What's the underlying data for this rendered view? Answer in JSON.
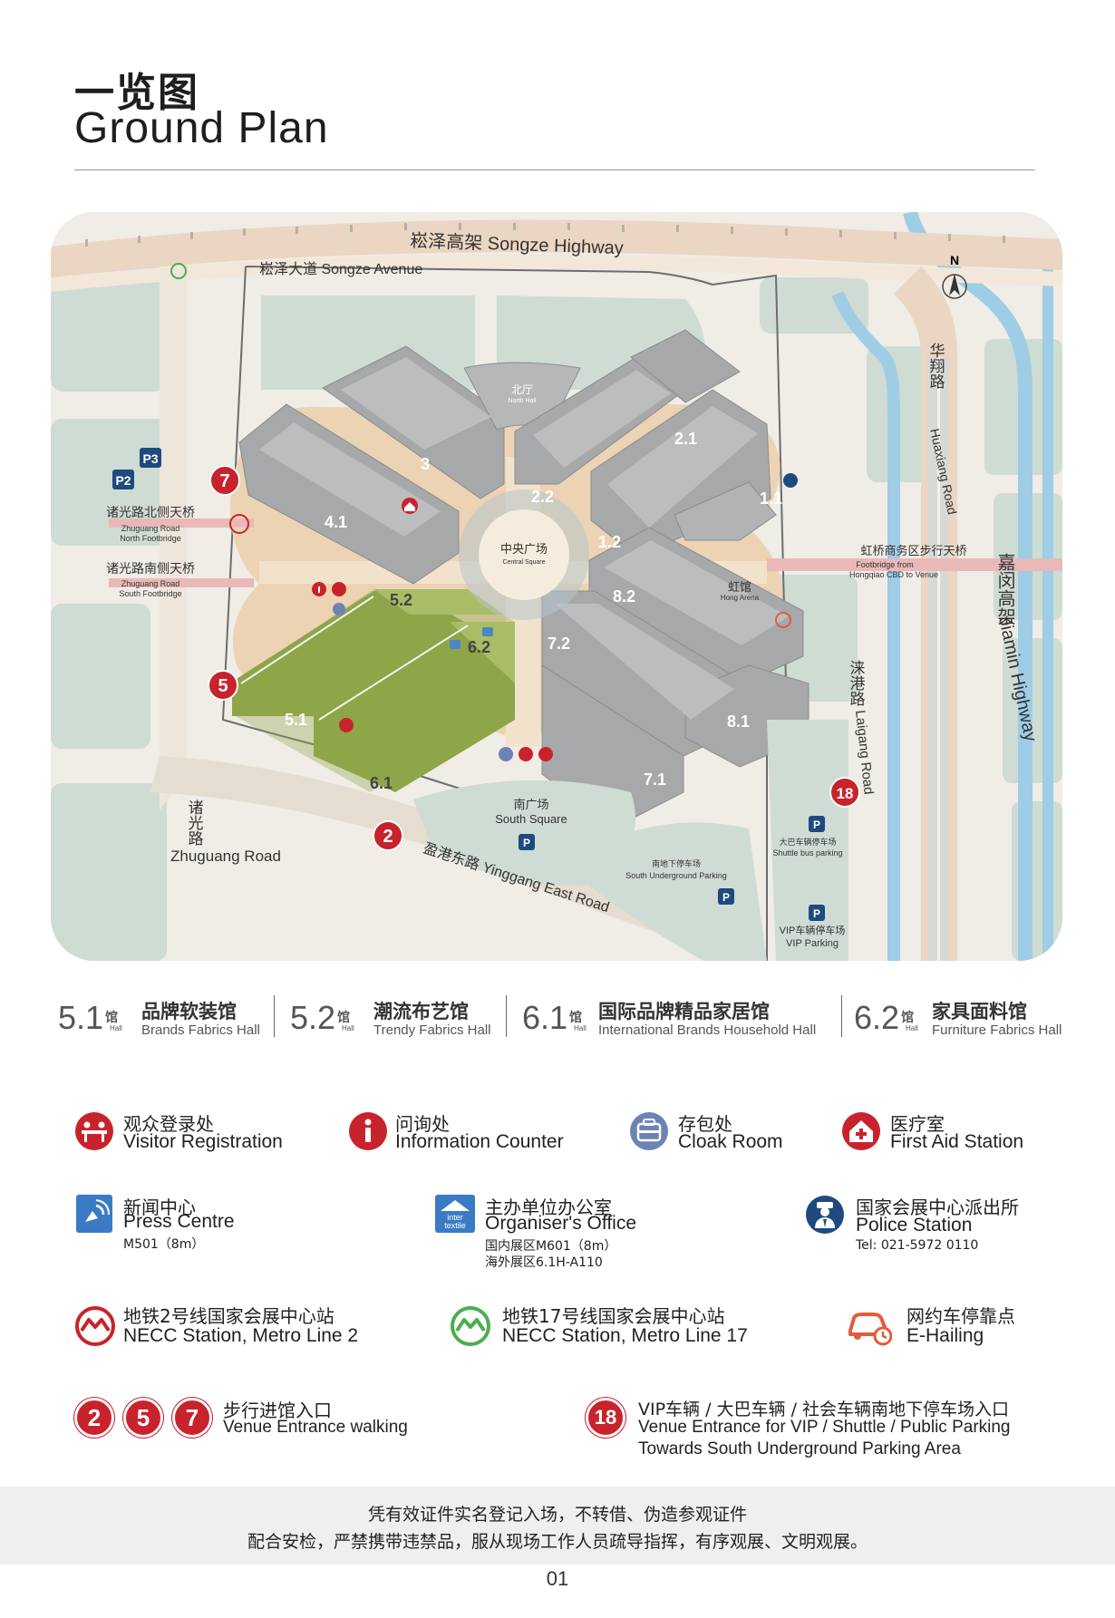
{
  "title": {
    "cn": "一览图",
    "en": "Ground Plan"
  },
  "map": {
    "roads": {
      "songze_highway": "崧泽高架  Songze Highway",
      "songze_avenue": "崧泽大道  Songze Avenue",
      "huaxiang_cn": "华翔路",
      "huaxiang_en": "Huaxiang Road",
      "jiamin_cn": "嘉闵高架",
      "jiamin_en": "Jiamin Highway",
      "laigang_cn": "涞港路",
      "laigang_en": "Laigang Road",
      "zhuguang_cn": "诸光路",
      "zhuguang_en": "Zhuguang Road",
      "yinggang": "盈港东路  Yinggang East Road"
    },
    "north": "N",
    "footbridges": {
      "north_cn": "诸光路北侧天桥",
      "north_en1": "Zhuguang Road",
      "north_en2": "North Footbridge",
      "south_cn": "诸光路南侧天桥",
      "south_en1": "Zhuguang Road",
      "south_en2": "South Footbridge",
      "east_cn": "虹桥商务区步行天桥",
      "east_en1": "Footbridge from",
      "east_en2": "Hongqiao CBD to Venue"
    },
    "parking": [
      "P3",
      "P2",
      "P",
      "P",
      "P",
      "P"
    ],
    "areas": {
      "north_hall_cn": "北厅",
      "north_hall_en": "North Hall",
      "central_cn": "中央广场",
      "central_en": "Central Square",
      "hong_cn": "虹馆",
      "hong_en": "Hong Arena",
      "south_sq_cn": "南广场",
      "south_sq_en": "South Square",
      "south_ug_cn": "南地下停车场",
      "south_ug_en": "South Underground Parking",
      "bus_cn": "大巴车辆停车场",
      "bus_en": "Shuttle bus parking",
      "vip_cn": "VIP车辆停车场",
      "vip_en": "VIP Parking"
    },
    "halls": [
      "3",
      "4.1",
      "2.2",
      "2.1",
      "1.1",
      "1.2",
      "5.2",
      "8.2",
      "6.2",
      "7.2",
      "5.1",
      "8.1",
      "6.1",
      "7.1"
    ],
    "hall_suffix": "馆",
    "hall_suffix_en": "Hall",
    "entrances": [
      "7",
      "5",
      "2",
      "18"
    ]
  },
  "hall_legend": [
    {
      "num": "5.1",
      "cn": "品牌软装馆",
      "en": "Brands Fabrics Hall"
    },
    {
      "num": "5.2",
      "cn": "潮流布艺馆",
      "en": "Trendy Fabrics Hall"
    },
    {
      "num": "6.1",
      "cn": "国际品牌精品家居馆",
      "en": "International Brands Household Hall"
    },
    {
      "num": "6.2",
      "cn": "家具面料馆",
      "en": "Furniture Fabrics Hall"
    }
  ],
  "facilities": {
    "visitor": {
      "cn": "观众登录处",
      "en": "Visitor Registration"
    },
    "info": {
      "cn": "问询处",
      "en": "Information Counter"
    },
    "cloak": {
      "cn": "存包处",
      "en": "Cloak Room"
    },
    "firstaid": {
      "cn": "医疗室",
      "en": "First Aid Station"
    },
    "press": {
      "cn": "新闻中心",
      "en": "Press Centre",
      "sub": "M501（8m）"
    },
    "organiser": {
      "cn": "主办单位办公室",
      "en": "Organiser's Office",
      "sub1": "国内展区M601（8m）",
      "sub2": "海外展区6.1H-A110",
      "logo1": "inter",
      "logo2": "textile"
    },
    "police": {
      "cn": "国家会展中心派出所",
      "en": "Police Station",
      "sub": "Tel: 021-5972 0110"
    },
    "metro2": {
      "cn": "地铁2号线国家会展中心站",
      "en": "NECC Station, Metro Line 2"
    },
    "metro17": {
      "cn": "地铁17号线国家会展中心站",
      "en": "NECC Station, Metro Line 17"
    },
    "ehail": {
      "cn": "网约车停靠点",
      "en": "E-Hailing"
    },
    "walk": {
      "nums": [
        "2",
        "5",
        "7"
      ],
      "cn": "步行进馆入口",
      "en": "Venue Entrance walking"
    },
    "vip": {
      "num": "18",
      "cn": "VIP车辆 / 大巴车辆 / 社会车辆南地下停车场入口",
      "en1": "Venue Entrance for VIP / Shuttle / Public Parking",
      "en2": "Towards South Underground Parking Area"
    }
  },
  "notice": {
    "line1": "凭有效证件实名登记入场，不转借、伪造参观证件",
    "line2": "配合安检，严禁携带违禁品，服从现场工作人员疏导指挥，有序观展、文明观展。"
  },
  "page_number": "01",
  "colors": {
    "red": "#c8232c",
    "hall_grey": "#a7a8aa",
    "hall_green": "#8ea548",
    "water": "#9fcde6",
    "green_area": "#cfdcd3",
    "sand": "#ecd3b4",
    "road": "#eaddcd",
    "navy": "#1e4a80"
  }
}
